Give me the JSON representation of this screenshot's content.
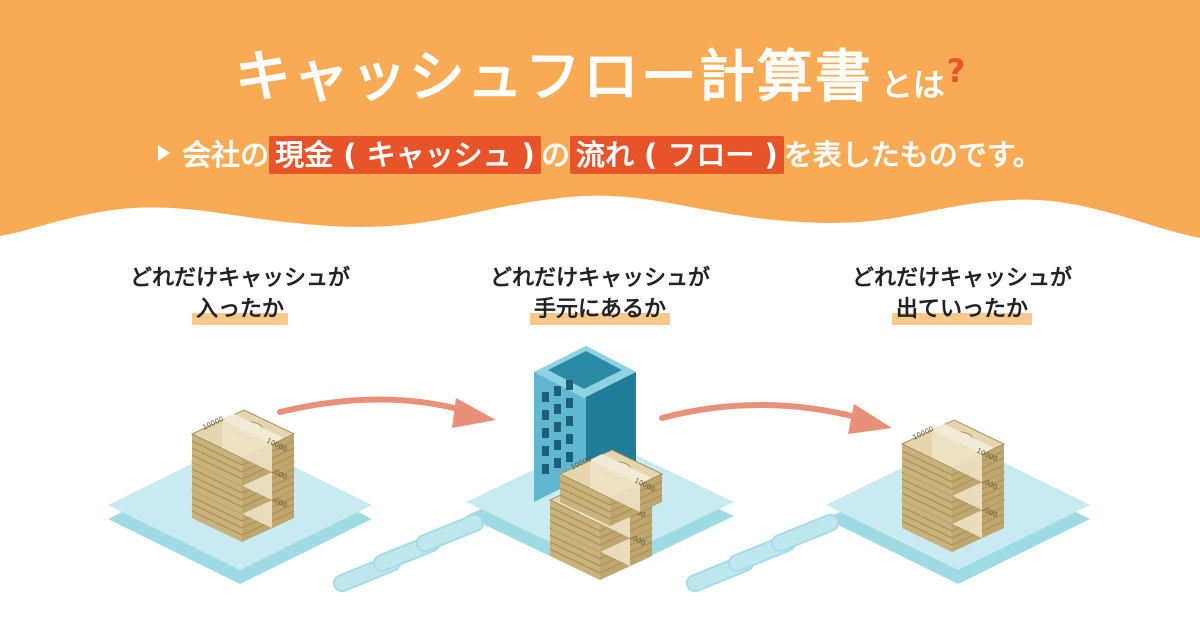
{
  "title": {
    "main": "キャッシュフロー計算書",
    "suffix": "とは",
    "mark": "?"
  },
  "subtitle": {
    "part1": "会社の",
    "highlight1": "現金 ( キャッシュ )",
    "part2": "の",
    "highlight2": "流れ ( フロー )",
    "part3": "を表したものです。"
  },
  "steps": [
    {
      "line1": "どれだけキャッシュが",
      "line2": "入ったか"
    },
    {
      "line1": "どれだけキャッシュが",
      "line2": "手元にあるか"
    },
    {
      "line1": "どれだけキャッシュが",
      "line2": "出ていったか"
    }
  ],
  "banknote_denomination": "10000",
  "colors": {
    "header": "#f8aa55",
    "accent": "#e8542a",
    "platform_top": "#c8eaf0",
    "platform_side": "#9edbe3",
    "arrow": "#e8907a",
    "building": "#2b8aa6",
    "money": "#d8c59c"
  }
}
